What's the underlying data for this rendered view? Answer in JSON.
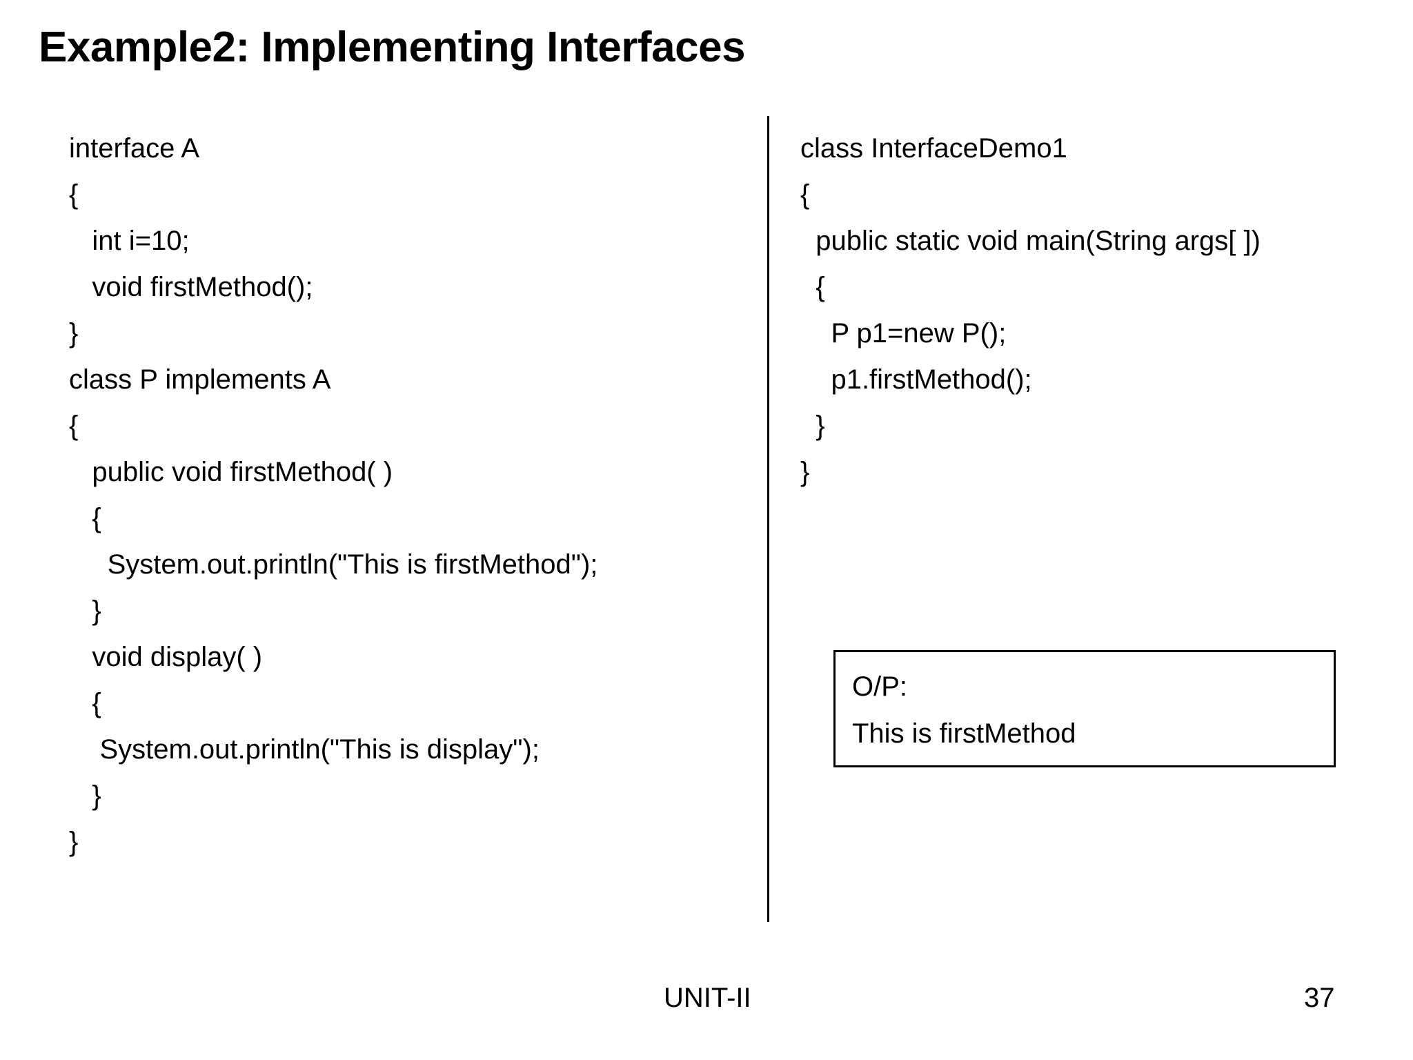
{
  "slide": {
    "title": "Example2: Implementing Interfaces",
    "background_color": "#ffffff",
    "text_color": "#000000"
  },
  "left_code": {
    "language": "java",
    "lines": [
      "interface A",
      "{",
      "   int i=10;",
      "   void firstMethod();",
      "}",
      "class P implements A",
      "{",
      "   public void firstMethod( )",
      "   {",
      "     System.out.println(\"This is firstMethod\");",
      "   }",
      "   void display( )",
      "   {",
      "    System.out.println(\"This is display\");",
      "   }",
      "}"
    ]
  },
  "right_code": {
    "language": "java",
    "lines": [
      "class InterfaceDemo1",
      "{",
      "  public static void main(String args[ ])",
      "  {",
      "    P p1=new P();",
      "    p1.firstMethod();",
      "  }",
      "}"
    ]
  },
  "output_box": {
    "label": "O/P:",
    "result": "This is firstMethod"
  },
  "footer": {
    "unit": "UNIT-II",
    "page_number": "37"
  }
}
